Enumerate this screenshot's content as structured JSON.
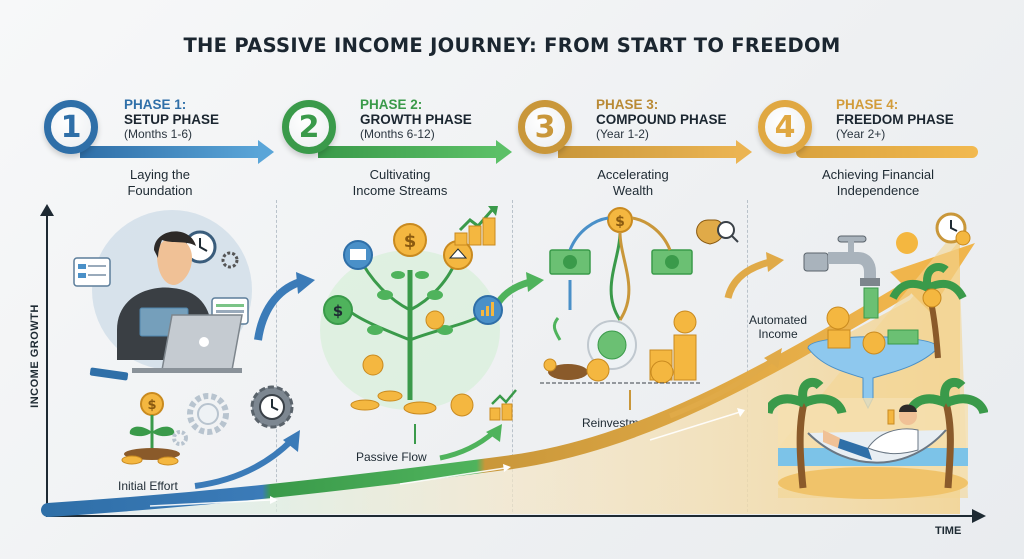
{
  "title": "THE PASSIVE INCOME JOURNEY: FROM START TO FREEDOM",
  "phases": [
    {
      "number": "1",
      "heading": "PHASE 1:",
      "name": "SETUP PHASE",
      "duration": "(Months 1-6)",
      "description_line1": "Laying the",
      "description_line2": "Foundation",
      "color": "#2f6fa8",
      "bar_color": "#4a90c8",
      "icon": "laptop-worker-icon"
    },
    {
      "number": "2",
      "heading": "PHASE 2:",
      "name": "GROWTH PHASE",
      "duration": "(Months 6-12)",
      "description_line1": "Cultivating",
      "description_line2": "Income Streams",
      "color": "#3a9a4a",
      "bar_color": "#4fb35c",
      "icon": "money-tree-icon"
    },
    {
      "number": "3",
      "heading": "PHASE 3:",
      "name": "COMPOUND PHASE",
      "duration": "(Year 1-2)",
      "description_line1": "Accelerating",
      "description_line2": "Wealth",
      "color": "#c9973a",
      "bar_color": "#e0aa48",
      "icon": "compounding-cycle-icon"
    },
    {
      "number": "4",
      "heading": "PHASE 4:",
      "name": "FREEDOM PHASE",
      "duration": "(Year 2+)",
      "description_line1": "Achieving Financial",
      "description_line2": "Independence",
      "color": "#d9a23e",
      "bar_color": "#f0b54c",
      "icon": "beach-hammock-icon"
    }
  ],
  "annotations": {
    "initial_effort": "Initial Effort",
    "passive_flow": "Passive Flow",
    "reinvestment": "Reinvestment",
    "automated_income_line1": "Automated",
    "automated_income_line2": "Income"
  },
  "axes": {
    "y_label": "INCOME GROWTH",
    "x_label": "TIME"
  },
  "colors": {
    "blue": "#2f6fa8",
    "green": "#3a9a4a",
    "gold": "#d9a23e",
    "text": "#1e2a33"
  }
}
